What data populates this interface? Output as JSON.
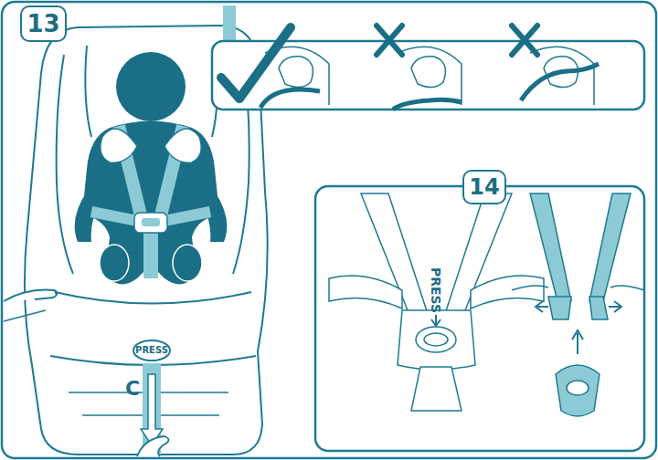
{
  "diagram": {
    "nodes": [
      {
        "text": [
          "13"
        ]
      },
      {
        "text": [
          "14"
        ]
      }
    ],
    "labels": [
      "PRESS",
      "C",
      "PRESS"
    ]
  }
}
